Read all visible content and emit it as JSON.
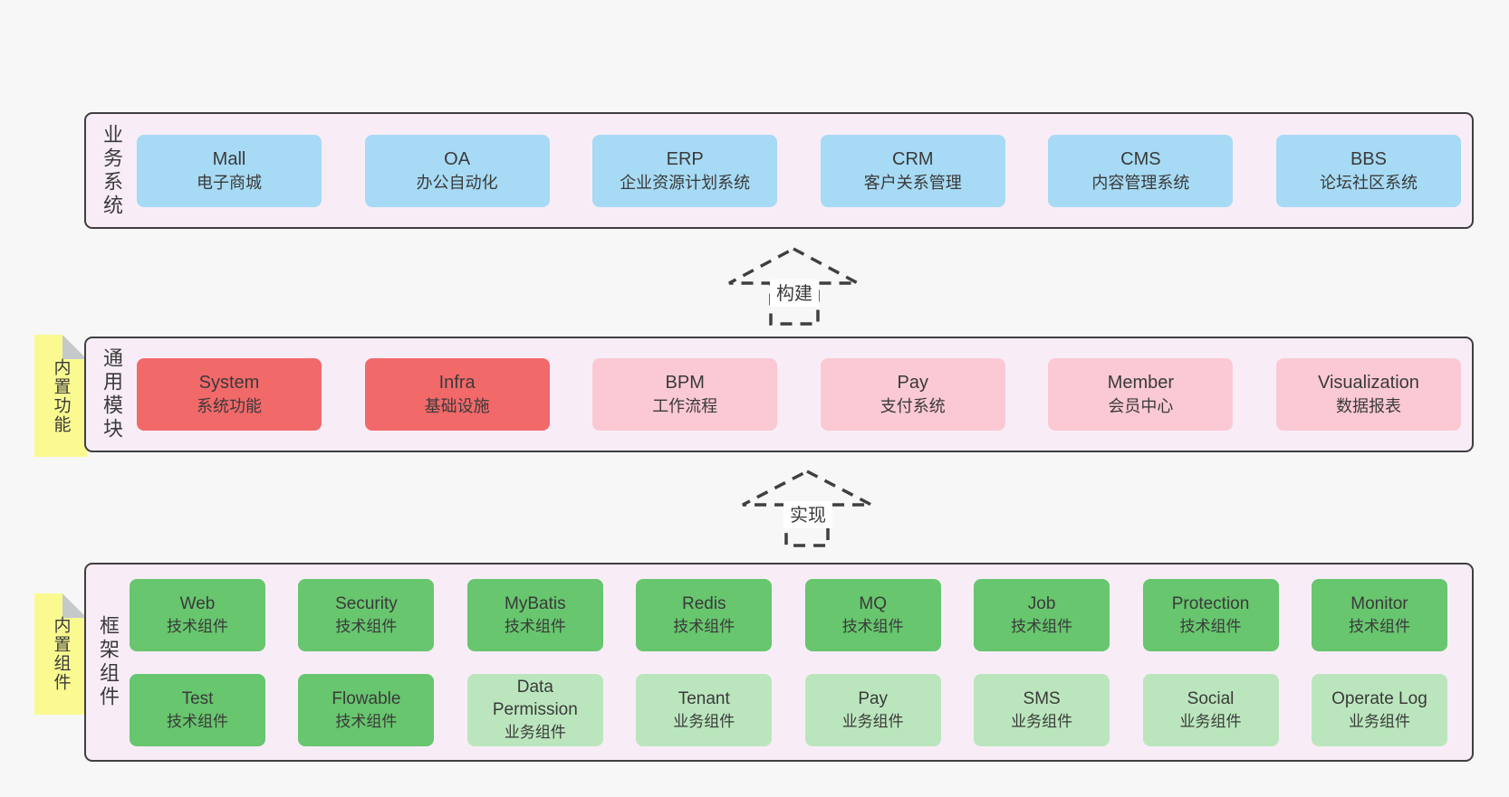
{
  "colors": {
    "background": "#f7f7f7",
    "layer_fill": "#f8edf7",
    "layer_border": "#3f3f3f",
    "text": "#3a3a3a",
    "blue": "#a7daf4",
    "red": "#f2696a",
    "pink": "#fac9d4",
    "green": "#67c66e",
    "lightgreen": "#bbe6bd",
    "sticky_yellow": "#fafa91",
    "sticky_fold": "#c6c9cc",
    "arrow_label_bg": "#ffffff"
  },
  "stickies": [
    {
      "label": "内置功能"
    },
    {
      "label": "内置组件"
    }
  ],
  "arrows": [
    {
      "label": "构建"
    },
    {
      "label": "实现"
    }
  ],
  "layers": [
    {
      "label": "业务系统",
      "boxes": [
        {
          "name": "Mall",
          "desc": "电子商城",
          "type": "blue"
        },
        {
          "name": "OA",
          "desc": "办公自动化",
          "type": "blue"
        },
        {
          "name": "ERP",
          "desc": "企业资源计划系统",
          "type": "blue"
        },
        {
          "name": "CRM",
          "desc": "客户关系管理",
          "type": "blue"
        },
        {
          "name": "CMS",
          "desc": "内容管理系统",
          "type": "blue"
        },
        {
          "name": "BBS",
          "desc": "论坛社区系统",
          "type": "blue"
        }
      ]
    },
    {
      "label": "通用模块",
      "boxes": [
        {
          "name": "System",
          "desc": "系统功能",
          "type": "red"
        },
        {
          "name": "Infra",
          "desc": "基础设施",
          "type": "red"
        },
        {
          "name": "BPM",
          "desc": "工作流程",
          "type": "pink"
        },
        {
          "name": "Pay",
          "desc": "支付系统",
          "type": "pink"
        },
        {
          "name": "Member",
          "desc": "会员中心",
          "type": "pink"
        },
        {
          "name": "Visualization",
          "desc": "数据报表",
          "type": "pink"
        }
      ]
    },
    {
      "label": "框架组件",
      "rows": [
        [
          {
            "name": "Web",
            "desc": "技术组件",
            "type": "green"
          },
          {
            "name": "Security",
            "desc": "技术组件",
            "type": "green"
          },
          {
            "name": "MyBatis",
            "desc": "技术组件",
            "type": "green"
          },
          {
            "name": "Redis",
            "desc": "技术组件",
            "type": "green"
          },
          {
            "name": "MQ",
            "desc": "技术组件",
            "type": "green"
          },
          {
            "name": "Job",
            "desc": "技术组件",
            "type": "green"
          },
          {
            "name": "Protection",
            "desc": "技术组件",
            "type": "green"
          },
          {
            "name": "Monitor",
            "desc": "技术组件",
            "type": "green"
          }
        ],
        [
          {
            "name": "Test",
            "desc": "技术组件",
            "type": "green"
          },
          {
            "name": "Flowable",
            "desc": "技术组件",
            "type": "green"
          },
          {
            "name": "Data Permission",
            "desc": "业务组件",
            "type": "lightgreen"
          },
          {
            "name": "Tenant",
            "desc": "业务组件",
            "type": "lightgreen"
          },
          {
            "name": "Pay",
            "desc": "业务组件",
            "type": "lightgreen"
          },
          {
            "name": "SMS",
            "desc": "业务组件",
            "type": "lightgreen"
          },
          {
            "name": "Social",
            "desc": "业务组件",
            "type": "lightgreen"
          },
          {
            "name": "Operate Log",
            "desc": "业务组件",
            "type": "lightgreen"
          }
        ]
      ]
    }
  ]
}
